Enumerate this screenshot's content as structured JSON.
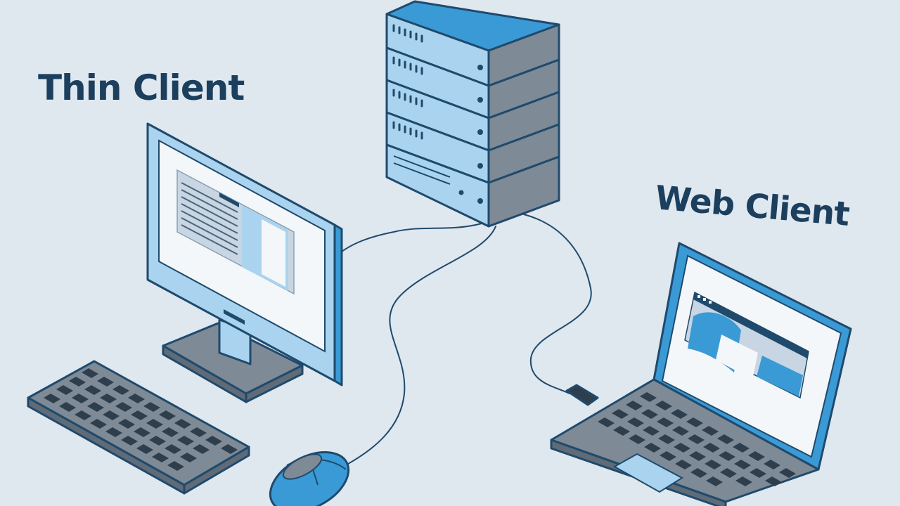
{
  "labels": {
    "thin_client": "Thin Client",
    "web_client": "Web Client"
  },
  "colors": {
    "background": "#dfe7ef",
    "outline": "#1f4a6c",
    "accent_blue": "#3a9ad6",
    "light_blue": "#a9d3ee",
    "gray": "#7e8a96",
    "label_text": "#1c3f5e"
  },
  "nodes": [
    {
      "id": "server",
      "icon": "server-rack-icon"
    },
    {
      "id": "thin_client",
      "icon": "desktop-monitor-icon"
    },
    {
      "id": "web_client",
      "icon": "laptop-icon"
    },
    {
      "id": "keyboard",
      "icon": "keyboard-icon"
    },
    {
      "id": "mouse",
      "icon": "mouse-icon"
    }
  ],
  "connections": [
    {
      "from": "server",
      "to": "thin_client"
    },
    {
      "from": "server",
      "to": "web_client"
    },
    {
      "from": "server",
      "to": "mouse"
    }
  ]
}
